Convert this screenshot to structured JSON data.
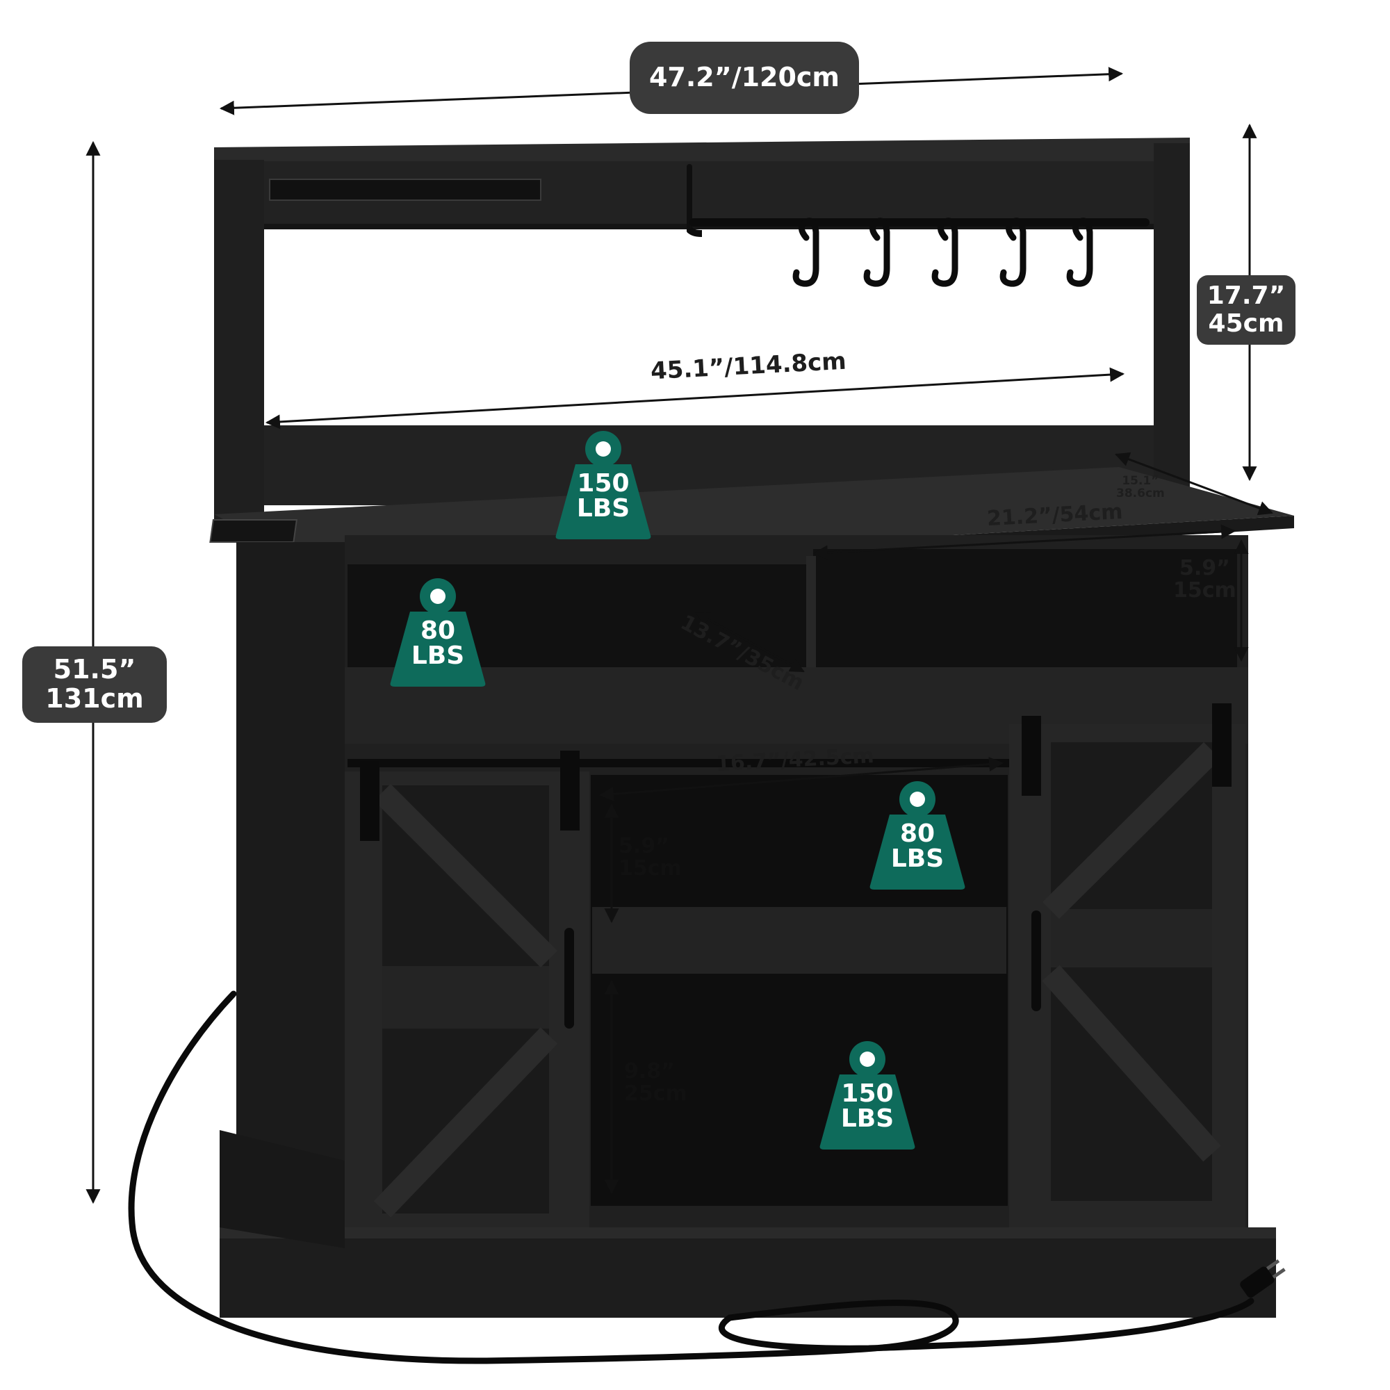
{
  "colors": {
    "wood": "#1e1e1e",
    "wood_light": "#2b2b2b",
    "pill_bg": "#3a3a3a",
    "weight_badge": "#0e6b5b",
    "dimension_line": "#111111"
  },
  "dimensions": {
    "overall_width": "47.2”/120cm",
    "overall_height": {
      "in": "51.5”",
      "cm": "131cm"
    },
    "hutch_height": {
      "in": "17.7”",
      "cm": "45cm"
    },
    "hutch_inner_width": "45.1”/114.8cm",
    "top_depth": {
      "in": "15.1”",
      "cm": "38.6cm"
    },
    "right_cubby_width": "21.2”/54cm",
    "right_cubby_height": {
      "in": "5.9”",
      "cm": "15cm"
    },
    "cubby_depth": "13.7”/35cm",
    "cabinet_inner_width": "16.7”/42.5cm",
    "cabinet_upper_height": {
      "in": "5.9”",
      "cm": "15cm"
    },
    "cabinet_lower_height": {
      "in": "9.8”",
      "cm": "25cm"
    }
  },
  "load_ratings": {
    "countertop": {
      "value": "150",
      "unit": "LBS"
    },
    "left_cubby": {
      "value": "80",
      "unit": "LBS"
    },
    "cabinet_shelf": {
      "value": "80",
      "unit": "LBS"
    },
    "cabinet_bottom": {
      "value": "150",
      "unit": "LBS"
    }
  }
}
